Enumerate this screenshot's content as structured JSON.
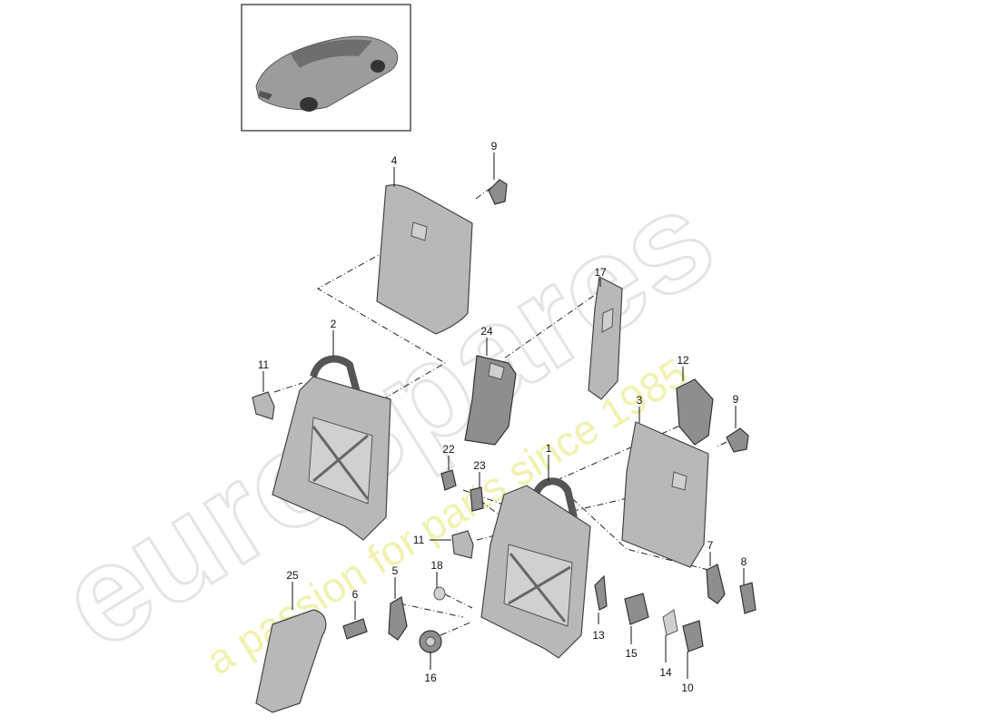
{
  "watermark": {
    "brand": "eurospares",
    "tagline": "a passion for parts since 1985"
  },
  "callouts": [
    {
      "id": "1",
      "label": "1"
    },
    {
      "id": "2",
      "label": "2"
    },
    {
      "id": "3",
      "label": "3"
    },
    {
      "id": "4",
      "label": "4"
    },
    {
      "id": "5",
      "label": "5"
    },
    {
      "id": "6",
      "label": "6"
    },
    {
      "id": "7",
      "label": "7"
    },
    {
      "id": "8",
      "label": "8"
    },
    {
      "id": "9a",
      "label": "9"
    },
    {
      "id": "9b",
      "label": "9"
    },
    {
      "id": "10",
      "label": "10"
    },
    {
      "id": "11a",
      "label": "11"
    },
    {
      "id": "11b",
      "label": "11"
    },
    {
      "id": "12",
      "label": "12"
    },
    {
      "id": "13",
      "label": "13"
    },
    {
      "id": "14",
      "label": "14"
    },
    {
      "id": "15",
      "label": "15"
    },
    {
      "id": "16",
      "label": "16"
    },
    {
      "id": "17",
      "label": "17"
    },
    {
      "id": "18",
      "label": "18"
    },
    {
      "id": "22",
      "label": "22"
    },
    {
      "id": "23",
      "label": "23"
    },
    {
      "id": "24",
      "label": "24"
    },
    {
      "id": "25",
      "label": "25"
    }
  ]
}
